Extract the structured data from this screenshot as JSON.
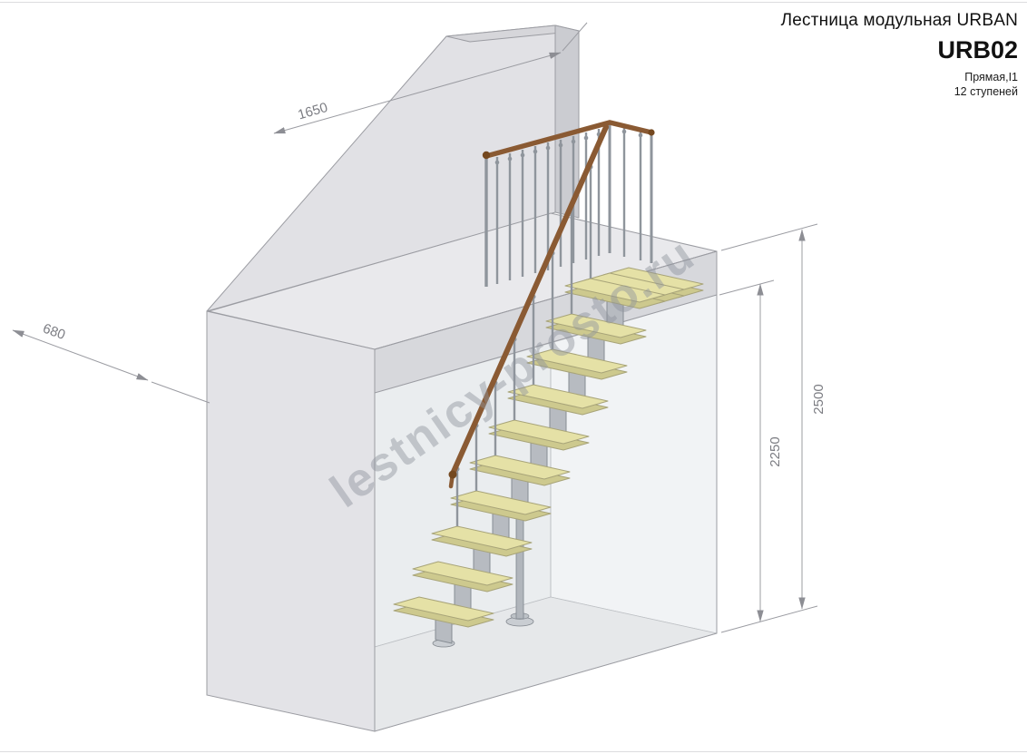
{
  "header": {
    "title": "Лестница модульная URBAN",
    "model": "URB02",
    "type_line": "Прямая,I1",
    "steps_line": "12 ступеней"
  },
  "dimensions": {
    "wall_top_width": "1650",
    "landing_depth": "680",
    "total_height": "2500",
    "floor_to_floor": "2250"
  },
  "watermark": "lestnicy-prosto.ru",
  "colors": {
    "step_wood": "#e5e1a6",
    "step_wood_edge": "#cdc98e",
    "handrail": "#8a5a33",
    "handrail_dark": "#74481f",
    "metal": "#8f959c",
    "module_metal": "#b7bbc1",
    "wall": "#e3e3e7",
    "dimension_line": "#9b9ca2",
    "dimension_text": "#7c7d83",
    "watermark": "#8e939c"
  }
}
